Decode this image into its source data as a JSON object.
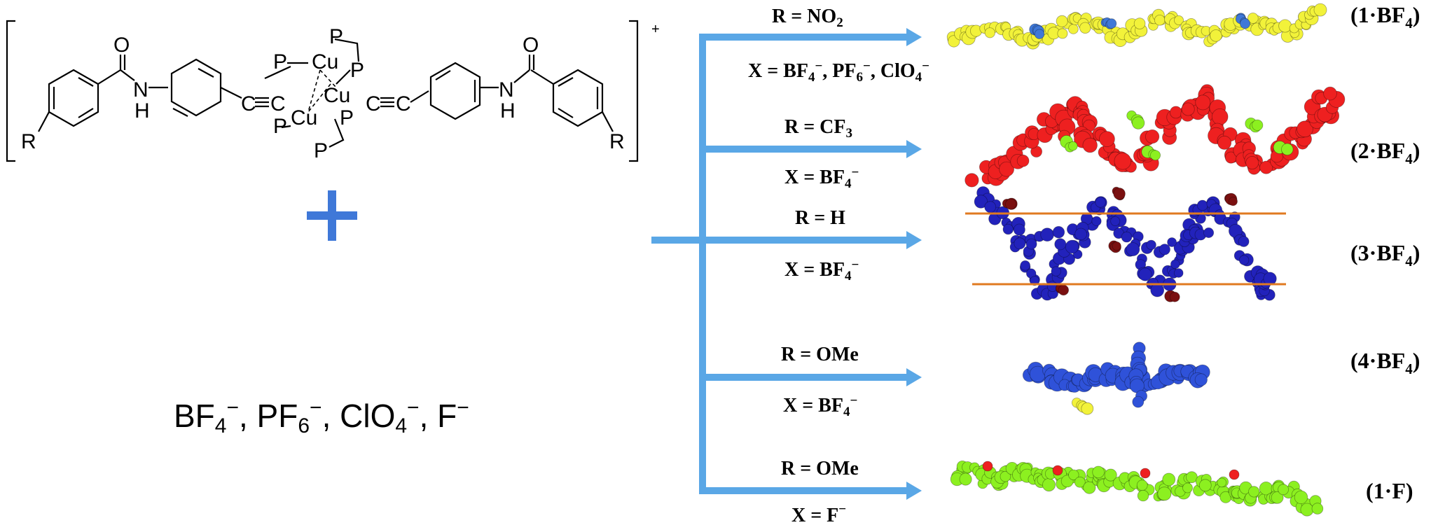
{
  "complex": {
    "charge": "+",
    "atoms": {
      "R": "R",
      "O": "O",
      "N": "N",
      "H": "H",
      "C": "C",
      "Cu": "Cu",
      "P": "P"
    }
  },
  "anions_line": [
    "BF",
    "4",
    "−",
    ", PF",
    "6",
    "−",
    ", ClO",
    "4",
    "−",
    ", F",
    "−"
  ],
  "colors": {
    "arrow": "#5aa7e6",
    "plus": "#3f78d8",
    "yellow": "#f2f23a",
    "red": "#ee2020",
    "blue": "#2222bb",
    "dark_red": "#7a1010",
    "orange_line": "#e07a20",
    "green": "#8cf020",
    "royal": "#2f52d9"
  },
  "rows": [
    {
      "r_label": "R = NO",
      "r_sub": "2",
      "x_label": "X = BF",
      "x_parts": [
        "X = BF",
        "4",
        "−",
        ", PF",
        "6",
        "−",
        ", ClO",
        "4",
        "−"
      ],
      "compound_num": "1",
      "compound_sub": "BF",
      "compound_sub2": "4",
      "icon": "yellow-chain-icon"
    },
    {
      "r_label": "R = CF",
      "r_sub": "3",
      "x_parts": [
        "X = BF",
        "4",
        "−"
      ],
      "compound_num": "2",
      "compound_sub": "BF",
      "compound_sub2": "4",
      "icon": "red-chain-icon"
    },
    {
      "r_label": "R = H",
      "r_sub": "",
      "x_parts": [
        "X = BF",
        "4",
        "−"
      ],
      "compound_num": "3",
      "compound_sub": "BF",
      "compound_sub2": "4",
      "icon": "blue-chain-icon"
    },
    {
      "r_label": "R = OMe",
      "r_sub": "",
      "x_parts": [
        "X = BF",
        "4",
        "−"
      ],
      "compound_num": "4",
      "compound_sub": "BF",
      "compound_sub2": "4",
      "icon": "blue-molecule-icon"
    },
    {
      "r_label": "R = OMe",
      "r_sub": "",
      "x_parts": [
        "X = F",
        "−"
      ],
      "compound_num": "1",
      "compound_sub": "F",
      "compound_sub2": "",
      "icon": "green-chain-icon"
    }
  ],
  "compound_text": {
    "open": "(",
    "dot": "·",
    "close": ")"
  }
}
